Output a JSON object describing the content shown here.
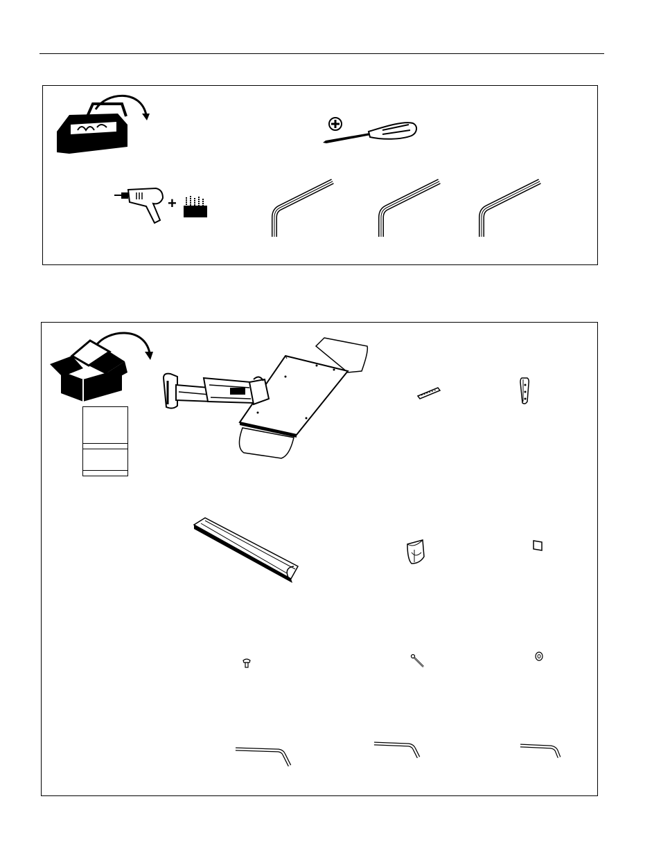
{
  "page": {
    "header_rule": true
  },
  "tools_panel": {
    "icons": [
      "toolbox-rotate-icon",
      "phillips-screwdriver-icon",
      "drill-with-bits-icon",
      "hex-key-icon",
      "hex-key-icon",
      "hex-key-icon"
    ],
    "plus_sign": "+"
  },
  "parts_panel": {
    "icons": [
      "open-box-rotate-icon",
      "parts-list-card",
      "keyboard-arm-assembly",
      "bracket-strip-part",
      "slotted-plate-part",
      "wrist-rest-part",
      "cable-clip-part",
      "square-pad-part",
      "screw-part",
      "pin-part",
      "washer-part",
      "hex-key-part",
      "hex-key-part",
      "hex-key-part"
    ]
  },
  "colors": {
    "ink": "#000000",
    "paper": "#ffffff"
  }
}
